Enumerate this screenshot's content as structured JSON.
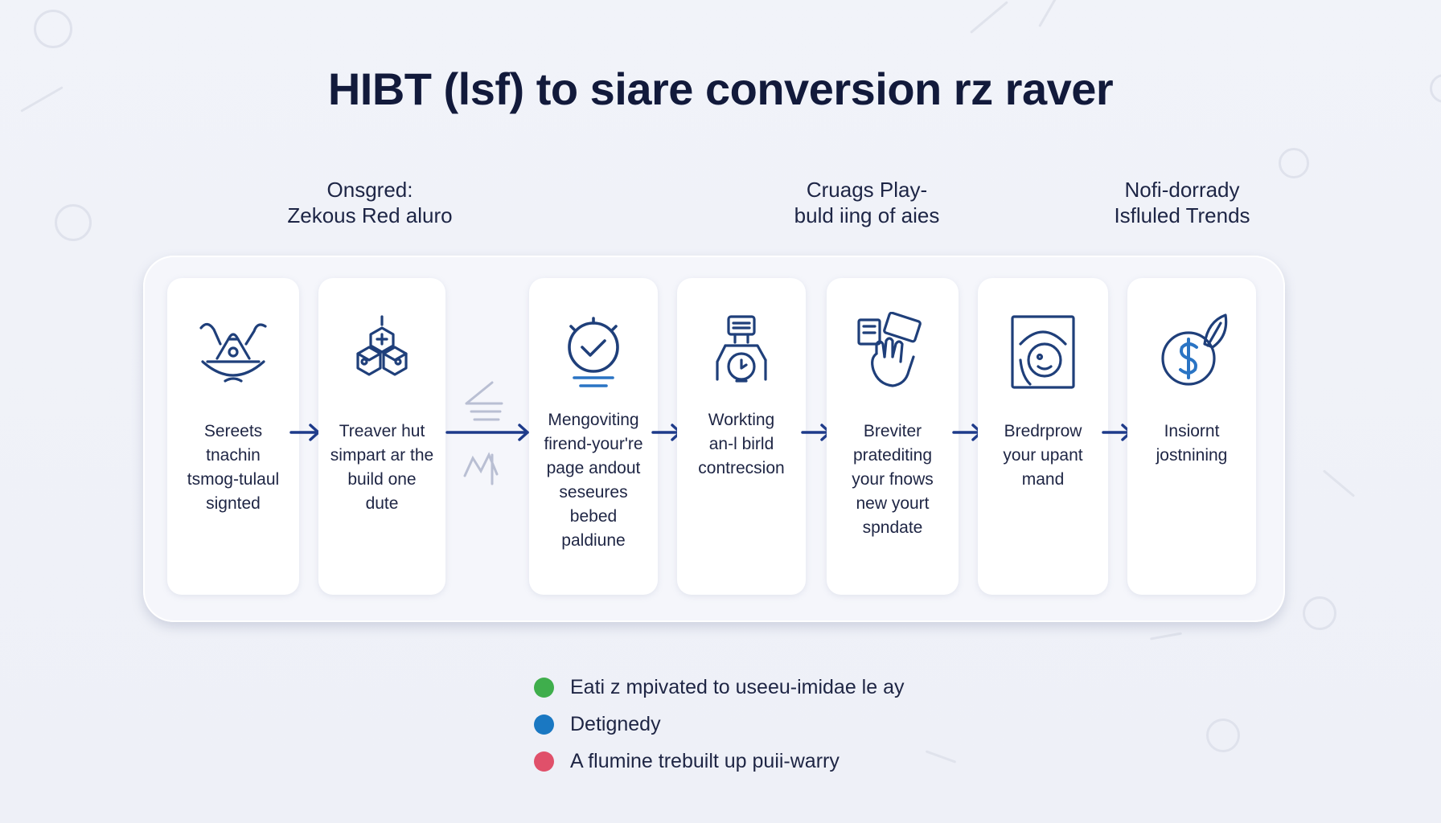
{
  "title": "HIBT (lsf) to siare conversion rz raver",
  "groups": [
    {
      "line1": "Onsgred:",
      "line2": "Zekous Red aluro"
    },
    {
      "line1": "Cruags Play-",
      "line2": "buld iing of aies"
    },
    {
      "line1": "Nofi-dorrady",
      "line2": "Isfluled Trends"
    }
  ],
  "steps": [
    {
      "icon": "bowl-icon",
      "lines": [
        "Sereets",
        "tnachin",
        "tsmog-tulaul",
        "signted"
      ]
    },
    {
      "icon": "blocks-icon",
      "lines": [
        "Treaver hut",
        "simpart ar the",
        "build one",
        "dute"
      ]
    },
    {
      "icon": "check-gauge-icon",
      "lines": [
        "Mengoviting",
        "firend-your're",
        "page andout",
        "seseures",
        "bebed",
        "paldiune"
      ]
    },
    {
      "icon": "robot-icon",
      "lines": [
        "Workting",
        "an-l birld",
        "contrecsion"
      ]
    },
    {
      "icon": "hand-card-icon",
      "lines": [
        "Breviter",
        "pratediting",
        "your fnows",
        "new yourt",
        "spndate"
      ]
    },
    {
      "icon": "face-frame-icon",
      "lines": [
        "Bredrprow",
        "your upant",
        "mand"
      ]
    },
    {
      "icon": "dollar-leaf-icon",
      "lines": [
        "Insiornt",
        "jostnining"
      ]
    }
  ],
  "legend": [
    {
      "label": "Eati z mpivated to useeu-imidae le ay",
      "color": "#3fae4c"
    },
    {
      "label": "Detignedy",
      "color": "#1a78c2"
    },
    {
      "label": "A flumine trebuilt up puii-warry",
      "color": "#e0506a"
    }
  ],
  "colors": {
    "accent": "#1d3a8a",
    "icon": "#1f3f7a"
  }
}
